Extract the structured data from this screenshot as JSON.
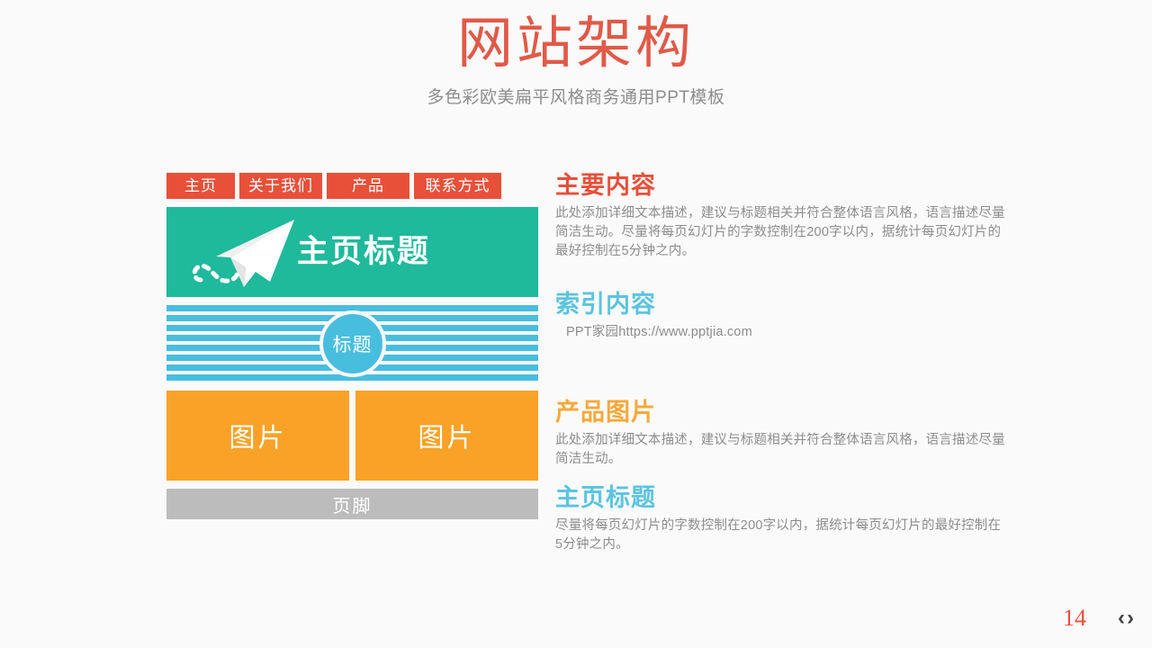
{
  "header": {
    "title": "网站架构",
    "subtitle": "多色彩欧美扁平风格商务通用PPT模板",
    "title_color": "#e05a48",
    "subtitle_color": "#8d8d8d"
  },
  "mockup": {
    "nav_tabs": [
      {
        "label": "主页"
      },
      {
        "label": "关于我们"
      },
      {
        "label": "产品"
      },
      {
        "label": "联系方式"
      }
    ],
    "nav_color": "#e8503a",
    "hero": {
      "title": "主页标题",
      "icon": "paper-plane-icon",
      "background": "#1fb99c"
    },
    "stripes": {
      "badge_label": "标题",
      "stripe_color": "#48bedf",
      "stripe_count": 8
    },
    "gallery": [
      {
        "label": "图片"
      },
      {
        "label": "图片"
      }
    ],
    "gallery_color": "#f9a227",
    "footer": {
      "label": "页脚",
      "background": "#bcbcbc"
    }
  },
  "content": {
    "blocks": [
      {
        "heading": "主要内容",
        "color": "#e8503a",
        "body": "此处添加详细文本描述，建议与标题相关并符合整体语言风格，语言描述尽量简洁生动。尽量将每页幻灯片的字数控制在200字以内，据统计每页幻灯片的最好控制在5分钟之内。"
      },
      {
        "heading": "索引内容",
        "color": "#5bc4e0",
        "body": "PPT家园https://www.pptjia.com"
      },
      {
        "heading": "产品图片",
        "color": "#f5a93b",
        "body": "此处添加详细文本描述，建议与标题相关并符合整体语言风格，语言描述尽量简洁生动。"
      },
      {
        "heading": "主页标题",
        "color": "#5bc4e0",
        "body": "尽量将每页幻灯片的字数控制在200字以内，据统计每页幻灯片的最好控制在5分钟之内。"
      }
    ]
  },
  "pager": {
    "page_number": "14",
    "prev_label": "‹",
    "next_label": "›",
    "page_number_color": "#e8503a"
  }
}
